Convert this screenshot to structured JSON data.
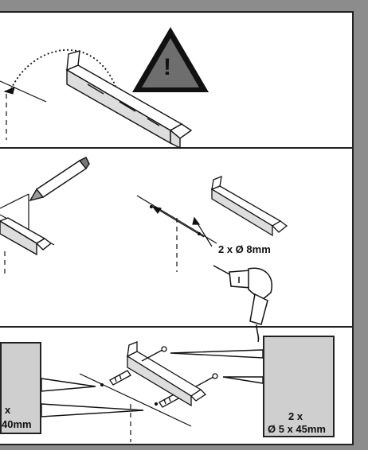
{
  "warning": {
    "symbol": "!"
  },
  "drill_panel": {
    "drill_label": "2 x Ø 8mm"
  },
  "screws_panel": {
    "left_box": {
      "line1": "x",
      "line2": "40mm"
    },
    "right_box": {
      "line1": "2 x",
      "line2": "Ø 5 x 45mm"
    }
  },
  "colors": {
    "frame_gray": "#8c8c8c",
    "box_gray": "#cfcfcf",
    "warning_fill": "#6e6e6e",
    "ink": "#111111"
  }
}
